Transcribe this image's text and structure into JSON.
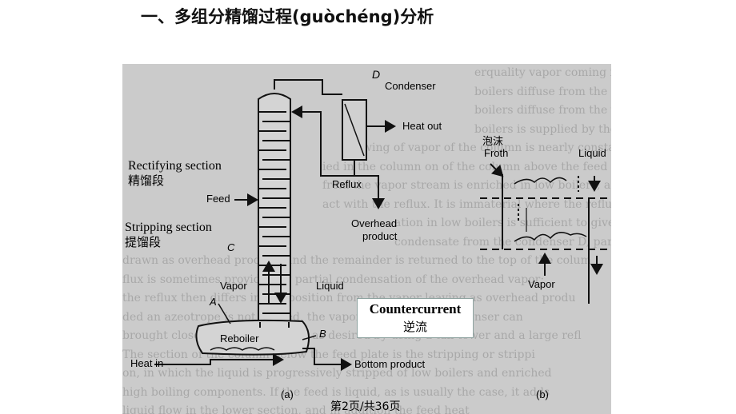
{
  "slide": {
    "title": "一、多组分精馏过程(guòchéng)分析",
    "page_number": "第2页/共36页"
  },
  "figure": {
    "background_text": [
      "erquality vapor coming into equilibrium with all stages in the column so",
      "boilers diffuse from the liquid into the vapor, corresponding amount",
      "boilers diffuse from the vapor into the liquid. The heat of vaporization",
      "boilers is supplied by the heat of condensation of the high boilers, and the to",
      "wing of vapor of the column is nearly constant.",
      "ied in the column on of the column above the feed plate, is",
      "from the vapor stream is enriched in low boilers, as it is brought",
      "act with the reflux. It is immaterial where the reflux originates, provided its",
      "ation in low boilers is sufficient to give the desired",
      "condensate from the condenser D, part of the con",
      "drawn as overhead product, and the remainder is returned to the top of the colum",
      "flux is sometimes provided by partial condensation of the overhead vapor;",
      "the reflux then differs in composition from the vapor leaving as overhead produ",
      "ded an azeotrope is not formed, the vapor reaching the condenser can",
      "brought close to complete purity as desired by using a tall tower and a large refl",
      "The section of the column below the feed plate is the stripping or strippi",
      "on, in which the liquid is progressively stripped of low boilers and enriched",
      "high boiling components. If the feed is liquid, as is usually the case, it adds",
      "liquid flow in the lower section, and in addition the feed heat"
    ],
    "labels": {
      "D": "D",
      "condenser": "Condenser",
      "heat_out": "Heat out",
      "reflux": "Reflux",
      "overhead_line1": "Overhead",
      "overhead_line2": "product",
      "feed": "Feed",
      "C": "C",
      "vapor": "Vapor",
      "liquid": "Liquid",
      "A": "A",
      "B": "B",
      "reboiler": "Reboiler",
      "heat_in": "Heat in",
      "bottom_product": "Bottom product",
      "a": "(a)",
      "b": "(b)",
      "froth": "Froth",
      "froth_zh": "泡沫",
      "liquid_b": "Liquid",
      "vapor_b": "Vapor"
    },
    "annotations": {
      "rectifying_en": "Rectifying section",
      "rectifying_zh": "精馏段",
      "stripping_en": "Stripping section",
      "stripping_zh": "提馏段",
      "countercurrent_en": "Countercurrent",
      "countercurrent_zh": "逆流"
    }
  }
}
